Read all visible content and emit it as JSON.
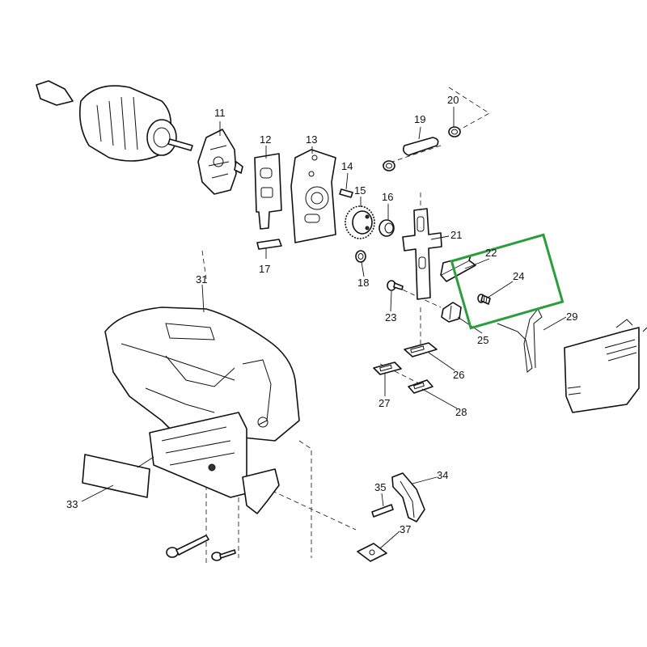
{
  "callouts": {
    "p11": "11",
    "p12": "12",
    "p13": "13",
    "p14": "14",
    "p15": "15",
    "p16": "16",
    "p17": "17",
    "p18": "18",
    "p19": "19",
    "p20": "20",
    "p21": "21",
    "p22": "22",
    "p23": "23",
    "p24": "24",
    "p25": "25",
    "p26": "26",
    "p27": "27",
    "p28": "28",
    "p29": "29",
    "p31": "31",
    "p33": "33",
    "p34": "34",
    "p35": "35",
    "p37": "37"
  },
  "highlight": {
    "part": "24",
    "color": "#2a9d3c"
  }
}
